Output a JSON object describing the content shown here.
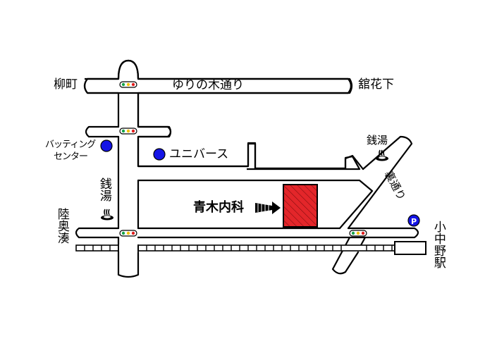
{
  "map": {
    "places": {
      "yanagimachi": "柳町",
      "yurinoki_street": "ゆりの木通り",
      "kankashita": "舘花下",
      "batting_center_line1": "バッティング",
      "batting_center_line2": "センター",
      "unibus": "ユニバース",
      "sento_right": "銭湯",
      "sento_left": "銭湯",
      "ura_street": "裏通り",
      "clinic": "青木内科",
      "mutsuminato": "陸奥湊",
      "konakano_station": "小中野駅"
    },
    "colors": {
      "road_outline": "#000000",
      "clinic_fill": "#e3262a",
      "poi_dot": "#1414e6",
      "signal_green": "#16a34a",
      "signal_red": "#e11d1d"
    },
    "icons": {
      "sento": "hot-spring-icon",
      "poi": "blue-dot-icon",
      "signal": "traffic-signal-icon",
      "parking": "parking-p-icon",
      "arrow": "arrow-right-icon"
    },
    "parking_letter": "P"
  }
}
